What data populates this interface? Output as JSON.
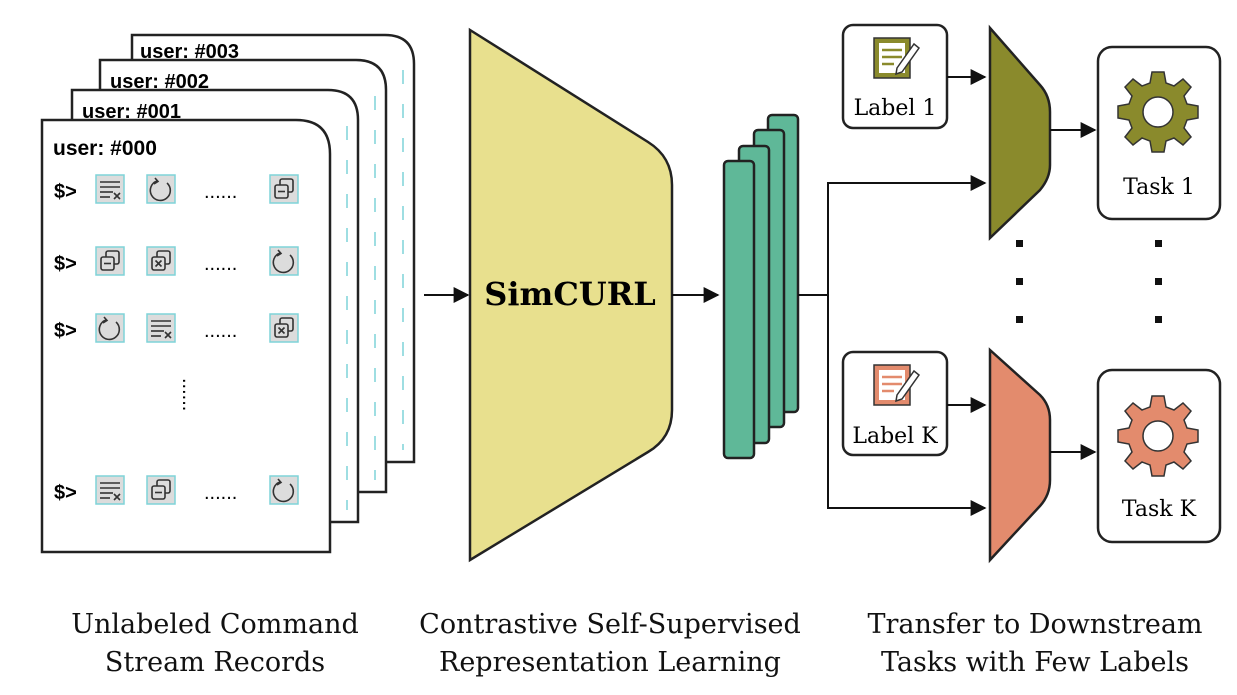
{
  "cards": {
    "back_labels": [
      "user: #003",
      "user: #002",
      "user: #001"
    ],
    "front_label": "user: #000",
    "prompt": "$>",
    "ellipsis": "......",
    "vertical_ellipsis": "......"
  },
  "encoder": {
    "label": "SimCURL"
  },
  "labels": {
    "label_1": "Label 1",
    "label_k": "Label K"
  },
  "tasks": {
    "task_1": "Task 1",
    "task_k": "Task K"
  },
  "captions": {
    "left_line1": "Unlabeled Command",
    "left_line2": "Stream Records",
    "middle_line1": "Contrastive Self-Supervised",
    "middle_line2": "Representation Learning",
    "right_line1": "Transfer to Downstream",
    "right_line2": "Tasks with Few Labels"
  },
  "colors": {
    "encoder_fill": "#e8e08e",
    "embedding_fill": "#5fb898",
    "head_1_fill": "#8a8a2c",
    "head_k_fill": "#e38b6d",
    "icon_bg": "#dcdcdc",
    "icon_border": "#7fd3d8"
  },
  "icons": {
    "command_icons": [
      "list-clear-icon",
      "refresh-icon",
      "copy-icon",
      "close-window-icon"
    ],
    "label_icons": [
      "notepad-pencil-icon"
    ],
    "task_icons": [
      "gear-icon"
    ]
  }
}
